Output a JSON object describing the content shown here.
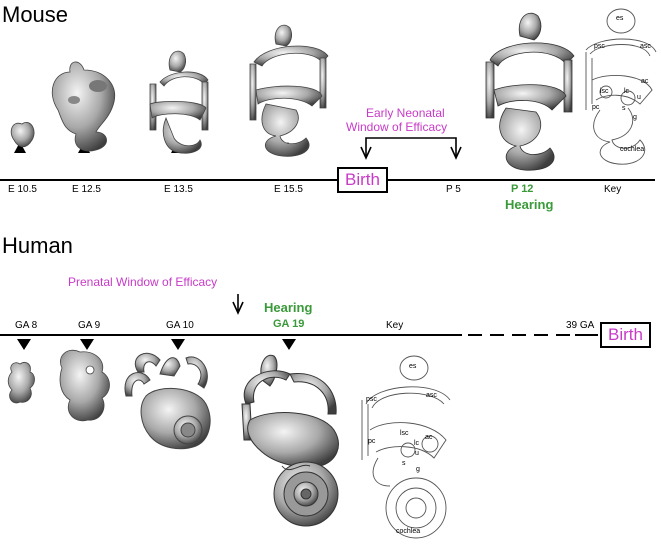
{
  "mouse": {
    "title": "Mouse",
    "stages": [
      "E 10.5",
      "E 12.5",
      "E 13.5",
      "E 15.5"
    ],
    "birth": "Birth",
    "window": [
      "Early Neonatal",
      "Window of Efficacy"
    ],
    "p5": "P 5",
    "p12": "P 12",
    "hearing": "Hearing",
    "key": "Key"
  },
  "human": {
    "title": "Human",
    "window": "Prenatal Window of Efficacy",
    "stages": [
      "GA 8",
      "GA 9",
      "GA 10"
    ],
    "hearing": "Hearing",
    "ga19": "GA 19",
    "key": "Key",
    "ga39": "39 GA",
    "birth": "Birth"
  },
  "key_labels": {
    "es": "es",
    "psc": "psc",
    "asc": "asc",
    "lsc": "lsc",
    "ac": "ac",
    "lc": "lc",
    "u": "u",
    "pc": "pc",
    "s": "s",
    "g": "g",
    "cochlea": "cochlea"
  },
  "colors": {
    "accent_magenta": "#c83bc8",
    "accent_green": "#3a9a3a"
  }
}
